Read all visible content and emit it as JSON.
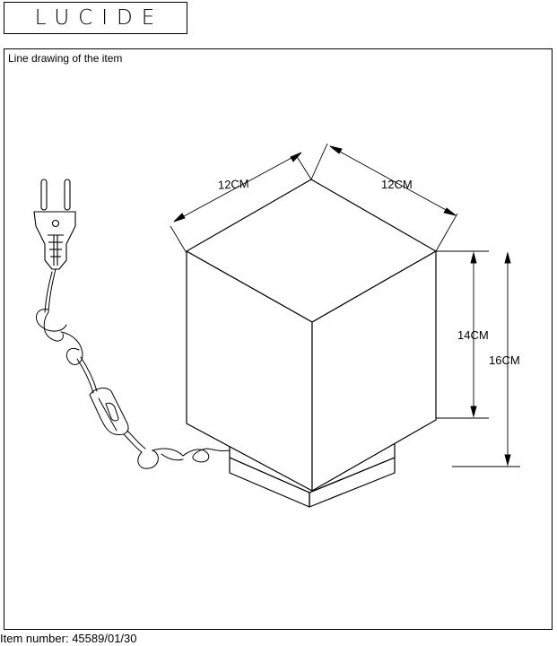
{
  "logo": {
    "text": "LUCIDE"
  },
  "caption": "Line drawing of the item",
  "dimensions": {
    "width_left": "12CM",
    "width_right": "12CM",
    "shade_height": "14CM",
    "total_height": "16CM"
  },
  "footer": {
    "item_number": "Item number: 45589/01/30"
  }
}
